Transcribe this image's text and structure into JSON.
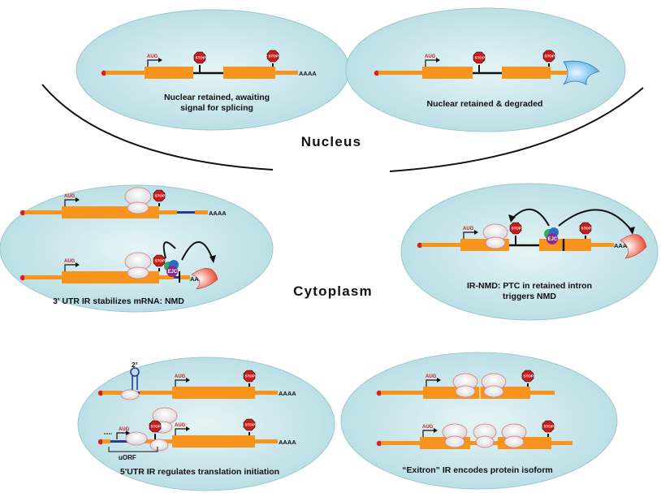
{
  "compartments": {
    "nucleus": "Nucleus",
    "cytoplasm": "Cytoplasm"
  },
  "panels": [
    {
      "id": "nuclear-retained",
      "caption_lines": [
        "Nuclear retained, awaiting",
        "signal for splicing"
      ]
    },
    {
      "id": "nuclear-degraded",
      "caption_lines": [
        "Nuclear retained & degraded"
      ]
    },
    {
      "id": "utr3-ir",
      "caption_lines": [
        "3' UTR IR stabilizes mRNA: NMD"
      ]
    },
    {
      "id": "ir-nmd",
      "caption_lines": [
        "IR-NMD: PTC in retained intron",
        "triggers NMD"
      ]
    },
    {
      "id": "utr5-ir",
      "caption_lines": [
        "5'UTR IR regulates translation initiation"
      ]
    },
    {
      "id": "exitron-ir",
      "caption_lines": [
        "“Exitron” IR  encodes protein isoform"
      ]
    }
  ],
  "labels": {
    "aug": "AUG",
    "stop": "STOP",
    "polya": "AAAA",
    "ejc": "EJC",
    "uorf": "uORF",
    "secondary_structure": "2°"
  },
  "colors": {
    "cell_fill": "#cfe9ee",
    "exon": "#f7941d",
    "intron_line": "#111111",
    "retained_utr_intron": "#2b3a8f",
    "stop_sign": "#cc1b1b",
    "degrader": "#e8452c",
    "ribosome": "#f2dede"
  }
}
